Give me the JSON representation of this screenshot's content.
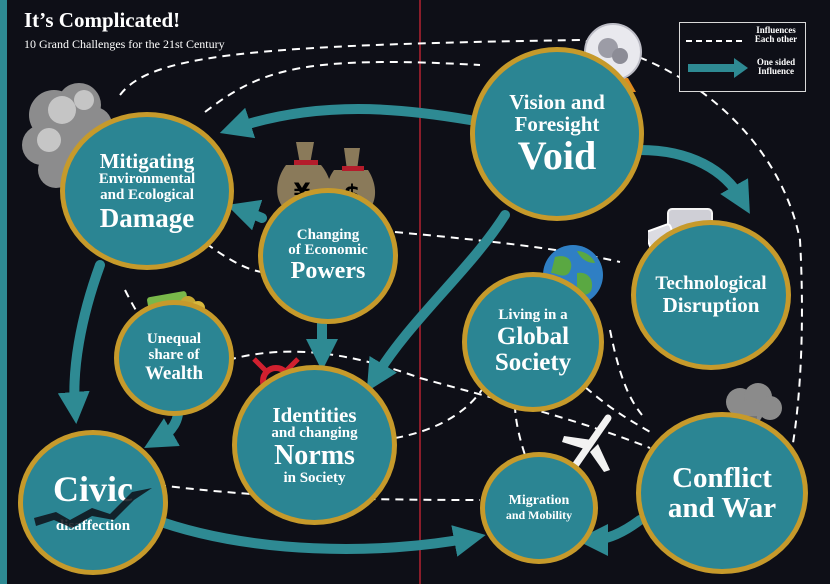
{
  "title": "It’s Complicated!",
  "subtitle": "10 Grand Challenges for the 21st Century",
  "legend": {
    "dashed_label": "Influences Each other",
    "arrow_label": "One sided Influence"
  },
  "nodes": {
    "vision": [
      "Vision and",
      "Foresight",
      "Void"
    ],
    "mitigating": [
      "Mitigating",
      "Environmental",
      "and Ecological",
      "Damage"
    ],
    "economic": [
      "Changing",
      "of Economic",
      "Powers"
    ],
    "technological": [
      "Technological",
      "Disruption"
    ],
    "wealth": [
      "Unequal",
      "share of",
      "Wealth"
    ],
    "global": [
      "Living in a",
      "Global",
      "Society"
    ],
    "identities": [
      "Identities",
      "and changing",
      "Norms",
      "in Society"
    ],
    "civic": [
      "Civic",
      "disaffection"
    ],
    "migration": [
      "Migration",
      "and Mobility"
    ],
    "conflict": [
      "Conflict",
      "and War"
    ]
  },
  "icons": {
    "money_bags": "money-bags-icon",
    "crystal_ball": "crystal-ball-icon",
    "smoke": "smoke-cloud-icon",
    "globe": "globe-icon",
    "tablet": "tablet-icon",
    "gender": "gender-symbol-icon",
    "cash": "cash-icon",
    "airplane": "airplane-icon",
    "explosion": "explosion-icon",
    "crack": "crack-icon"
  },
  "bag_labels": {
    "left": "¥",
    "right": "$"
  },
  "colors": {
    "background": "#0e0f17",
    "node_fill": "#2b8593",
    "node_border": "#c69a2b",
    "arrow": "#2e8a93",
    "divider": "#8a1d2a",
    "dashed": "#ffffff"
  }
}
